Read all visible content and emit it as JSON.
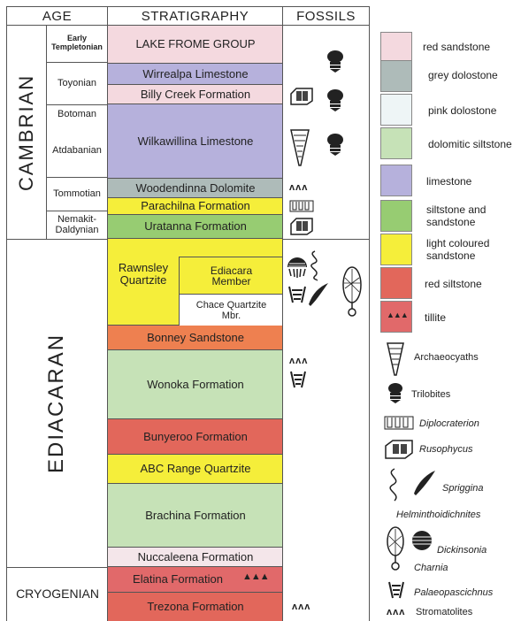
{
  "header": {
    "age": "AGE",
    "strat": "STRATIGRAPHY",
    "fossils": "FOSSILS"
  },
  "eras": {
    "cambrian": "CAMBRIAN",
    "ediacaran": "EDIACARAN",
    "cryogenian": "CRYOGENIAN"
  },
  "stages": {
    "templetonian": "Early Templetonian",
    "toyonian": "Toyonian",
    "botoman": "Botoman",
    "atdabanian": "Atdabanian",
    "tommotian": "Tommotian",
    "nemakit": "Nemakit-\nDaldynian"
  },
  "units": {
    "lake_frome": "LAKE FROME GROUP",
    "wirrealpa": "Wirrealpa Limestone",
    "billy_creek": "Billy Creek Formation",
    "wilkawillina": "Wilkawillina Limestone",
    "woodendinna": "Woodendinna Dolomite",
    "parachilna": "Parachilna Formation",
    "uratanna": "Uratanna Formation",
    "rawnsley": "Rawnsley Quartzite",
    "ediacara": "Ediacara Member",
    "chace": "Chace Quartzite Mbr.",
    "bonney": "Bonney Sandstone",
    "wonoka": "Wonoka Formation",
    "bunyeroo": "Bunyeroo Formation",
    "abc": "ABC Range Quartzite",
    "brachina": "Brachina Formation",
    "nuccaleena": "Nuccaleena Formation",
    "elatina": "Elatina Formation",
    "trezona": "Trezona Formation"
  },
  "rock_legend": [
    {
      "label": "red sandstone",
      "color": "#f4d9df"
    },
    {
      "label": "grey dolostone",
      "color": "#aebbb9"
    },
    {
      "label": "pink dolostone",
      "color": "#eef5f6"
    },
    {
      "label": "dolomitic siltstone",
      "color": "#c6e2b7"
    },
    {
      "label": "limestone",
      "color": "#b6b1dc"
    },
    {
      "label": "siltstone and sandstone",
      "color": "#97cc72"
    },
    {
      "label": "light coloured sandstone",
      "color": "#f5ee3a"
    },
    {
      "label": "red siltstone",
      "color": "#e2675b"
    },
    {
      "label": "tillite",
      "color": "#e1696a"
    }
  ],
  "fossil_legend": {
    "archaeocyaths": "Archaeocyaths",
    "trilobites": "Trilobites",
    "diplocraterion": "Diplocraterion",
    "rusophycus": "Rusophycus",
    "spriggina": "Spriggina",
    "helminthoidichnites": "Helminthoidichnites",
    "dickinsonia": "Dickinsonia",
    "charnia": "Charnia",
    "palaeopascichnus": "Palaeopascichnus",
    "stromatolites": "Stromatolites"
  },
  "colors": {
    "pink": "#f4d9df",
    "limestone": "#b6b1dc",
    "grey": "#aebbb9",
    "yellow": "#f5ee3a",
    "green": "#97cc72",
    "lightgreen": "#c6e2b7",
    "orange": "#ee8050",
    "red": "#e2675b",
    "palepink": "#f4e6ea"
  },
  "glyphs": {
    "stromatolite": "ʌʌʌ",
    "tillite": "▲▲▲"
  }
}
